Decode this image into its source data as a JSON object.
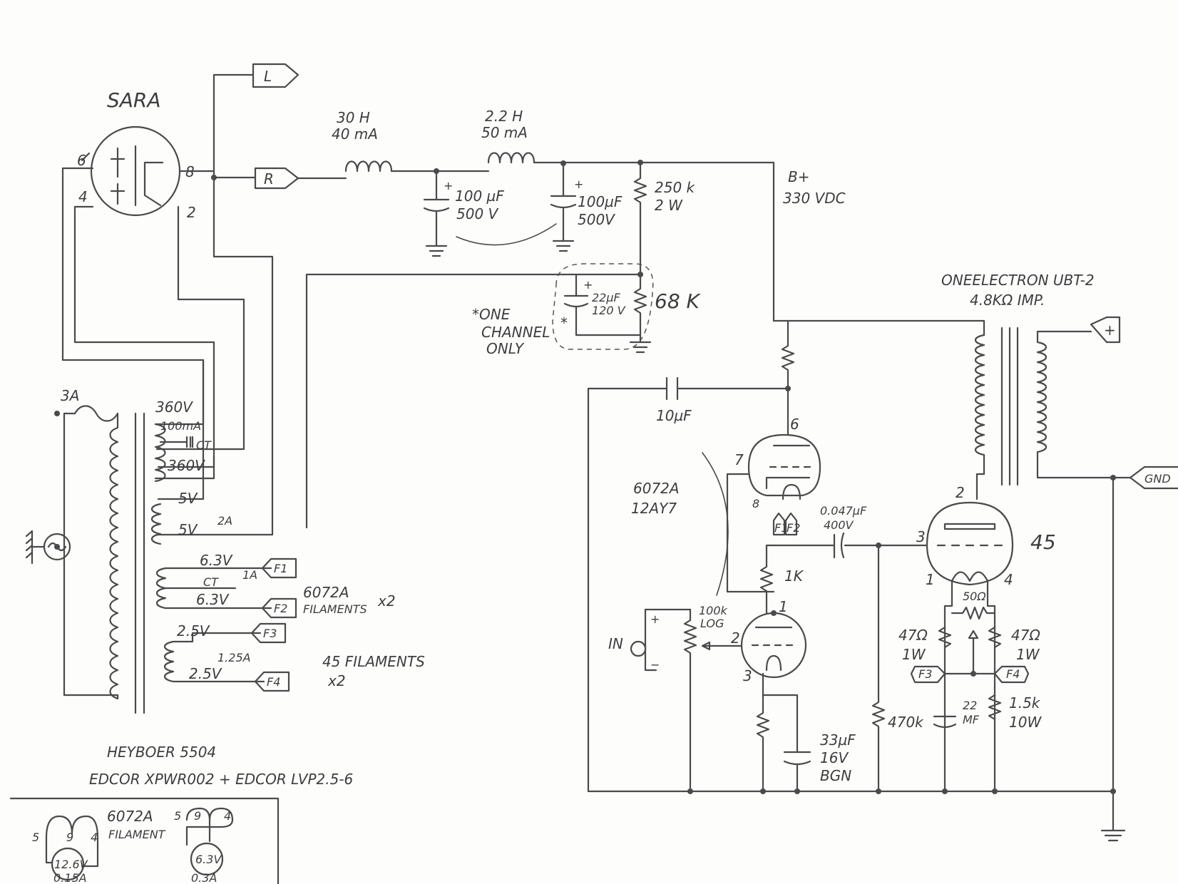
{
  "rectifier": {
    "name": "SARA",
    "pin6": "6",
    "pin4": "4",
    "pin8": "8",
    "pin2": "2"
  },
  "connectors": {
    "left": "L",
    "right": "R",
    "out_plus": "+",
    "out_gnd": "GND",
    "input": "IN"
  },
  "supply": {
    "choke1": {
      "value": "30 H",
      "current": "40 mA"
    },
    "choke2": {
      "value": "2.2 H",
      "current": "50 mA"
    },
    "cap1": {
      "value": "100 µF",
      "voltage": "500 V"
    },
    "cap2": {
      "value": "100µF",
      "voltage": "500V"
    },
    "bleeder": {
      "value": "250 k",
      "power": "2 W"
    },
    "bplus": {
      "label": "B+",
      "voltage": "330 VDC"
    },
    "bias_cap": {
      "value": "22µF",
      "voltage": "120 V"
    },
    "bias_res": "68 K",
    "note": [
      "*ONE",
      "CHANNEL",
      "ONLY"
    ],
    "star": "*"
  },
  "transformer": {
    "fuse": "3A",
    "hv1": "360V",
    "hv_current": "100mA",
    "ct": "CT",
    "hv2": "360V",
    "r5v_a": "5V",
    "r5v_b": "5V",
    "r5v_current": "2A",
    "f63_a": "6.3V",
    "f63_ct": "CT",
    "f63_current": "1A",
    "f63_b": "6.3V",
    "f25_a": "2.5V",
    "f25_current": "1.25A",
    "f25_b": "2.5V",
    "f1": "F1",
    "f2": "F2",
    "f3": "F3",
    "f4": "F4",
    "f12_note_a": "6072A",
    "f12_note_b": "FILAMENTS",
    "f12_count": "x2",
    "f34_note": "45 FILAMENTS",
    "f34_count": "x2",
    "model": "HEYBOER 5504",
    "alt_model": "EDCOR XPWR002 + EDCOR LVP2.5-6"
  },
  "output_transformer": {
    "name": "ONEELECTRON UBT-2",
    "impedance": "4.8KΩ IMP."
  },
  "preamp": {
    "tube_a": "6072A",
    "tube_b": "12AY7",
    "pin6": "6",
    "pin7": "7",
    "pin8": "8",
    "pin1": "1",
    "pin2": "2",
    "pin3": "3",
    "fil_f1": "F1",
    "fil_f2": "F2",
    "fb_cap": "10µF",
    "coupling_value": "0.047µF",
    "coupling_voltage": "400V",
    "plate_res": "1K",
    "pot_value": "100k",
    "pot_taper": "LOG",
    "cath_cap_value": "33µF",
    "cath_cap_voltage": "16V",
    "cath_cap_brand": "BGN"
  },
  "power_tube": {
    "name": "45",
    "pin2": "2",
    "pin3": "3",
    "pin1": "1",
    "pin4": "4",
    "hum_pot": "50Ω",
    "r47a_value": "47Ω",
    "r47a_power": "1W",
    "r47b_value": "47Ω",
    "r47b_power": "1W",
    "f3": "F3",
    "f4": "F4",
    "grid_res": "470k",
    "cath_cap_value": "22",
    "cath_cap_unit": "MF",
    "cath_res_value": "1.5k",
    "cath_res_power": "10W"
  },
  "filament_wiring": {
    "tube_a": "6072A",
    "tube_a_sub": "FILAMENT",
    "lamp_a": "12.6V",
    "current_a": "0.15A",
    "lamp_b": "6.3V",
    "current_b": "0.3A",
    "pin_a5": "5",
    "pin_a9": "9",
    "pin_a4": "4",
    "pin_b5": "5",
    "pin_b9": "9",
    "pin_b4": "4"
  }
}
